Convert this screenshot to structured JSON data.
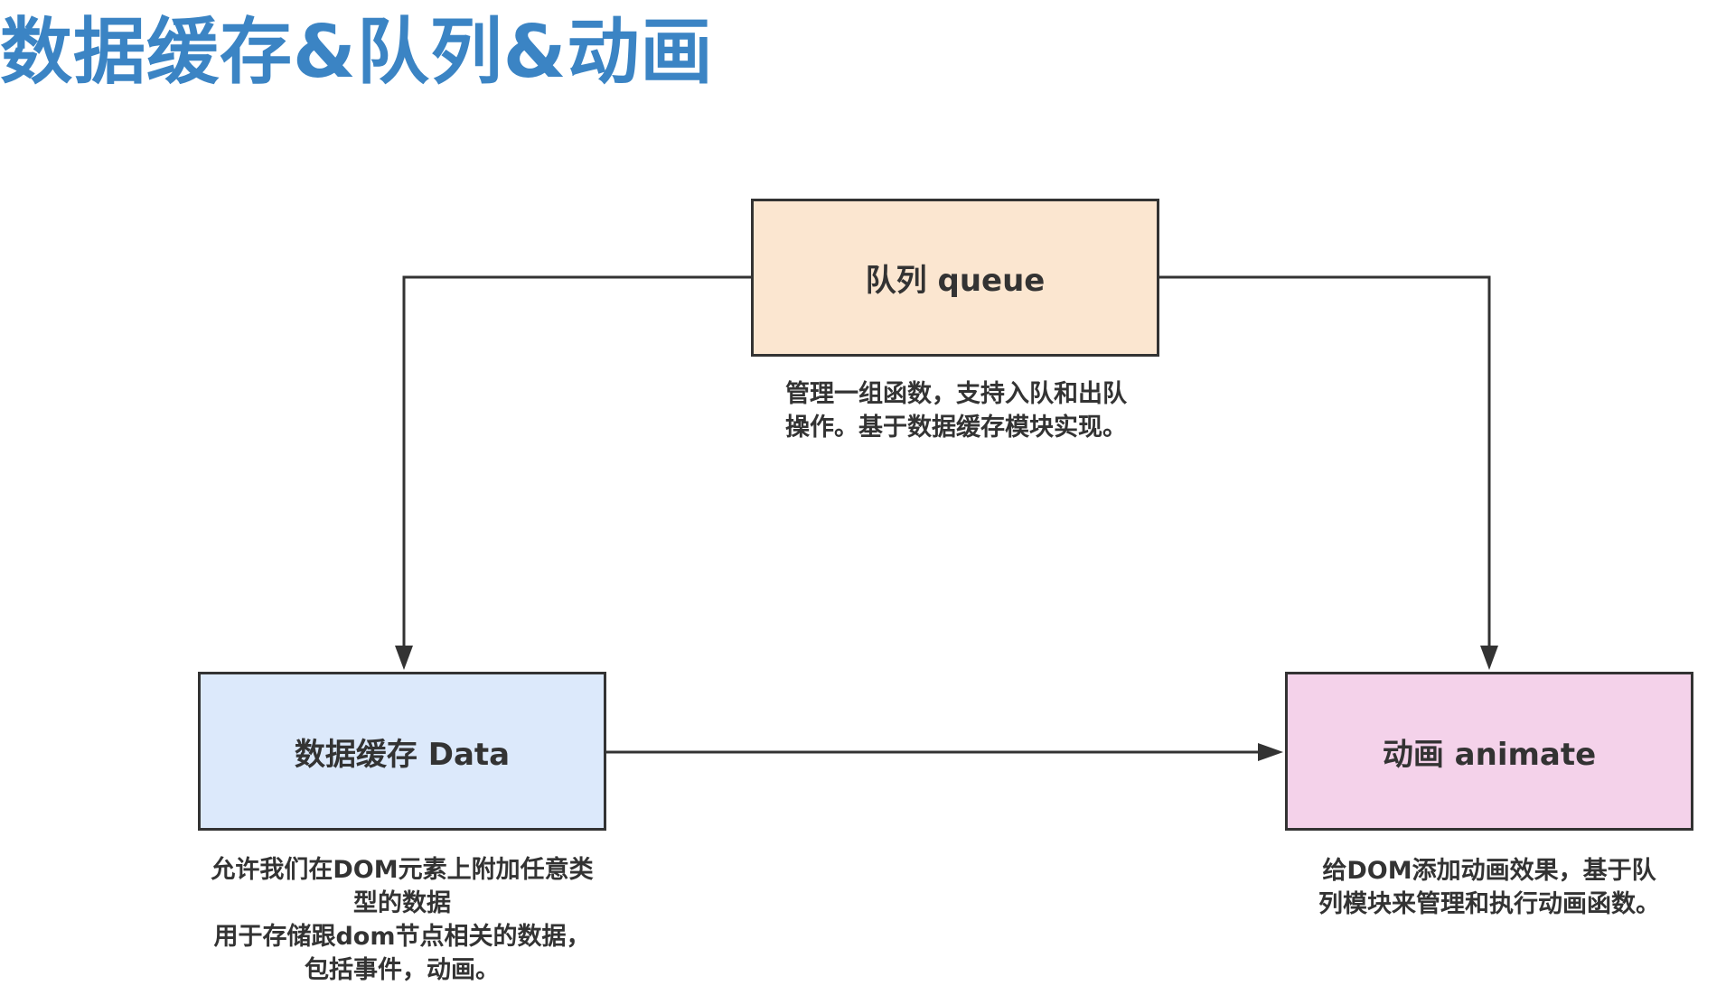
{
  "title": "数据缓存&队列&动画",
  "nodes": {
    "queue": {
      "label": "队列 queue",
      "fill": "#fbe6d0"
    },
    "data": {
      "label": "数据缓存 Data",
      "fill": "#dce9fb"
    },
    "animate": {
      "label": "动画 animate",
      "fill": "#f4d2ea"
    }
  },
  "captions": {
    "queue": [
      "管理一组函数，支持入队和出队",
      "操作。基于数据缓存模块实现。"
    ],
    "data": [
      "允许我们在DOM元素上附加任意类",
      "型的数据",
      "用于存储跟dom节点相关的数据，",
      "包括事件，动画。"
    ],
    "animate": [
      "给DOM添加动画效果，基于队",
      "列模块来管理和执行动画函数。"
    ]
  },
  "edges": [
    {
      "from": "queue",
      "to": "data"
    },
    {
      "from": "queue",
      "to": "animate"
    },
    {
      "from": "data",
      "to": "animate"
    }
  ],
  "colors": {
    "title": "#3b84c4",
    "stroke": "#333333"
  }
}
